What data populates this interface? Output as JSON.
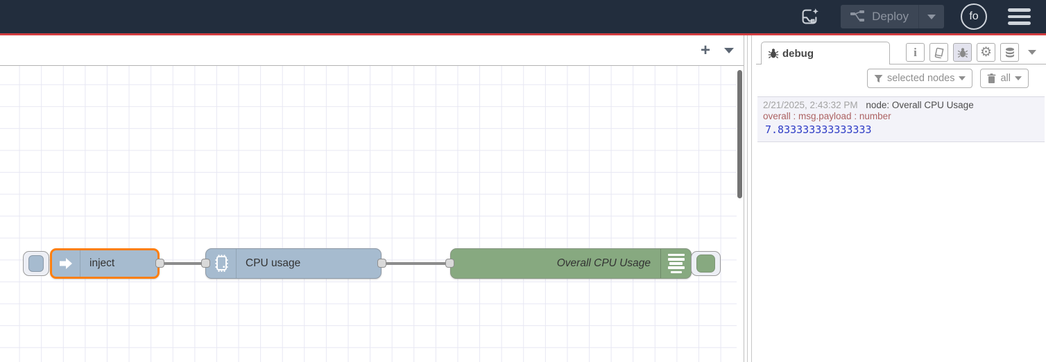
{
  "header": {
    "deploy_label": "Deploy",
    "avatar_initials": "fo"
  },
  "workspace": {
    "add_flow_glyph": "+"
  },
  "flow": {
    "nodes": [
      {
        "type": "inject",
        "label": "inject"
      },
      {
        "type": "cpu",
        "label": "CPU usage"
      },
      {
        "type": "debug",
        "label": "Overall CPU Usage"
      }
    ]
  },
  "sidebar": {
    "tab_label": "debug",
    "info_glyph": "i",
    "gear_glyph": "⚙",
    "filter_button_label": "selected nodes",
    "clear_button_label": "all",
    "messages": [
      {
        "timestamp": "2/21/2025, 2:43:32 PM",
        "source": "node: Overall CPU Usage",
        "property": "overall : msg.payload : number",
        "value": "7.833333333333333"
      }
    ]
  },
  "colors": {
    "header_bg": "#222d3d",
    "accent_red": "#d23c40",
    "node_blue": "#a6bbcf",
    "node_green": "#87a980",
    "selection_orange": "#ff7f0e",
    "debug_property_text": "#ac6262",
    "debug_number_text": "#2e3cc6",
    "grid_line": "#e7e7f3"
  }
}
